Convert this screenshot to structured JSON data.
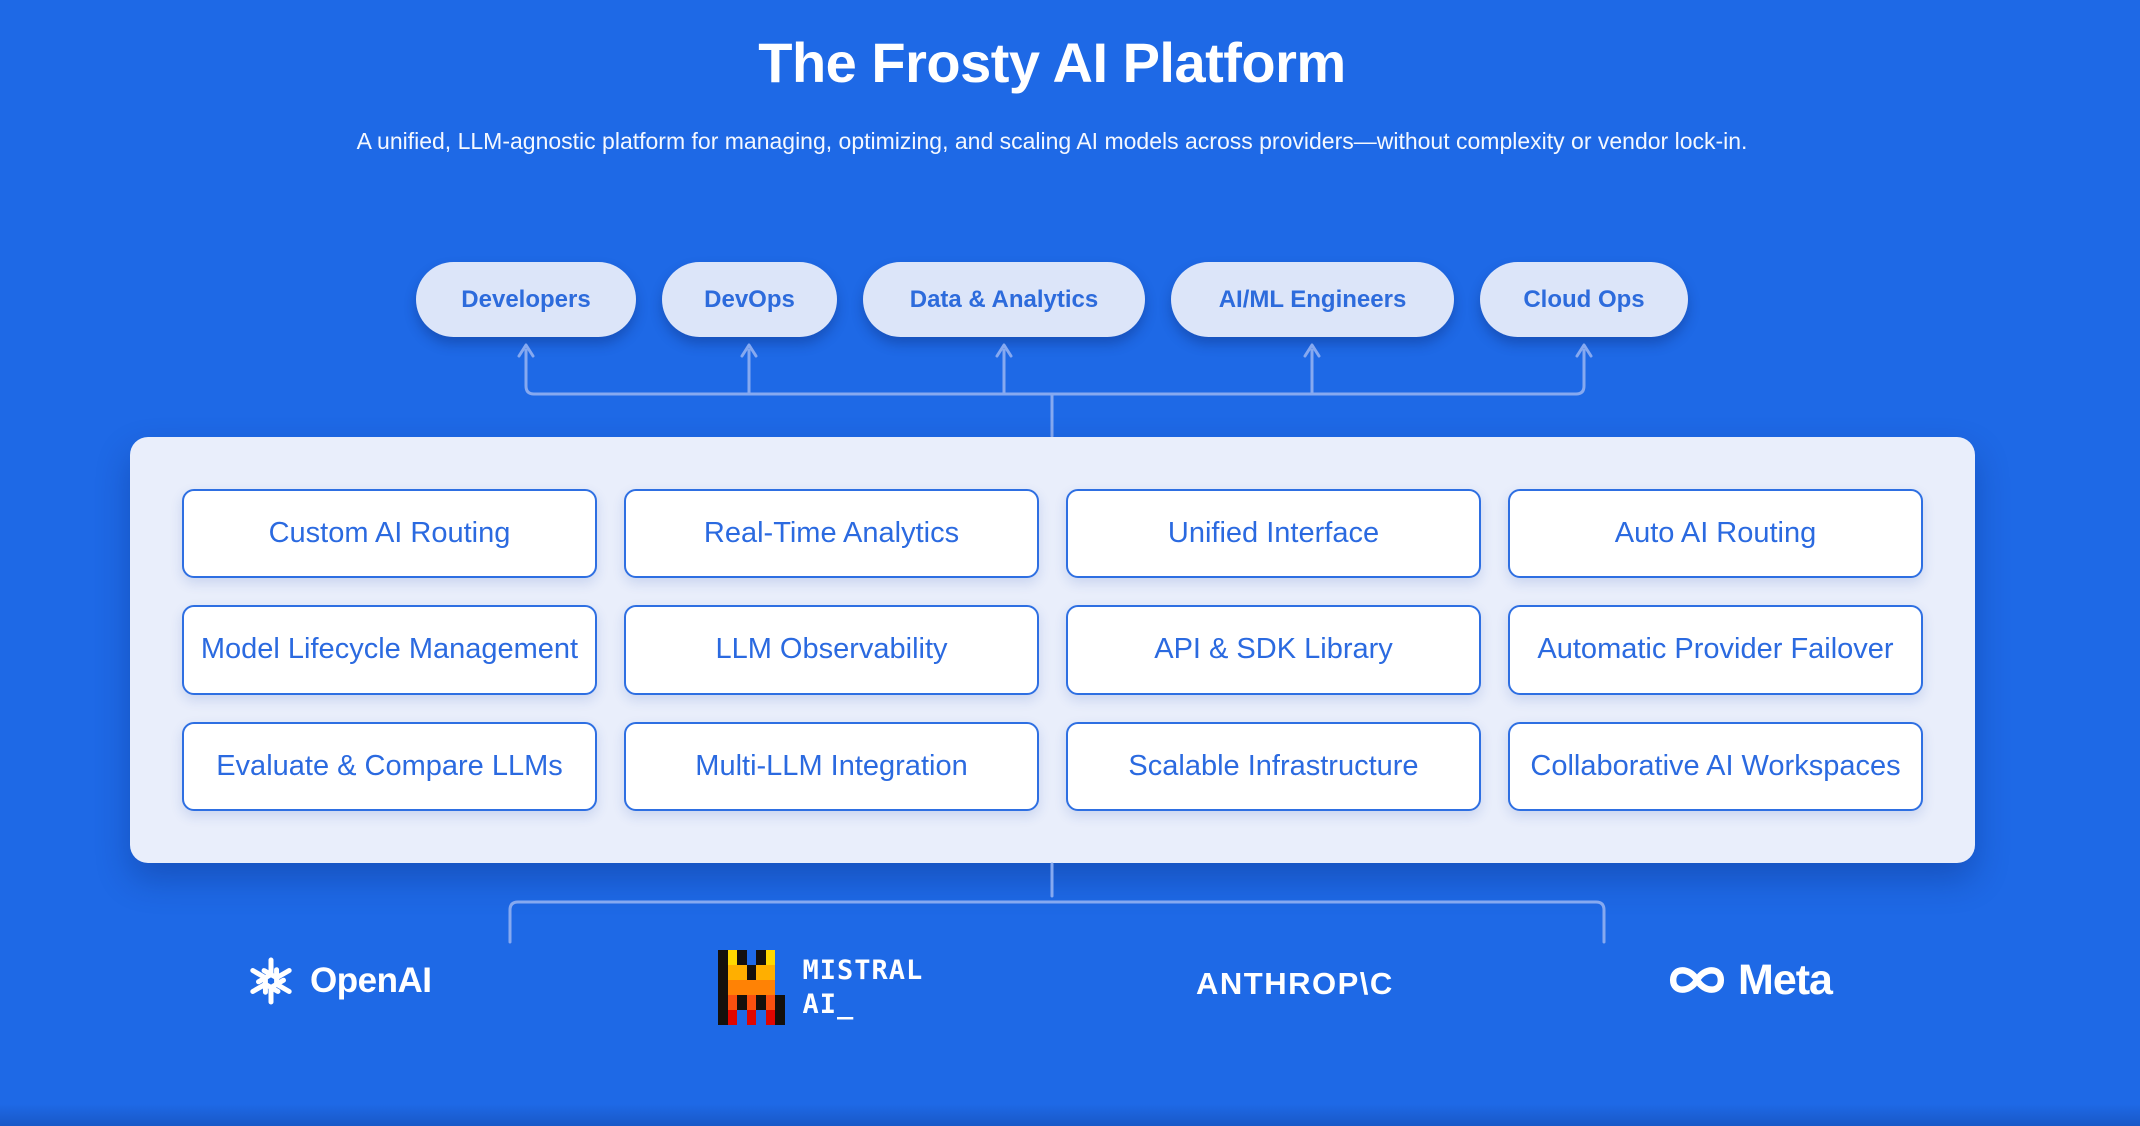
{
  "page": {
    "title": "The Frosty AI Platform",
    "subtitle": "A unified, LLM-agnostic platform for managing, optimizing, and scaling AI models across providers—without complexity or vendor lock-in."
  },
  "audiences": [
    {
      "label": "Developers"
    },
    {
      "label": "DevOps"
    },
    {
      "label": "Data & Analytics"
    },
    {
      "label": "AI/ML Engineers"
    },
    {
      "label": "Cloud Ops"
    }
  ],
  "features": [
    {
      "label": "Custom AI Routing"
    },
    {
      "label": "Real-Time Analytics"
    },
    {
      "label": "Unified Interface"
    },
    {
      "label": "Auto AI Routing"
    },
    {
      "label": "Model Lifecycle Management"
    },
    {
      "label": "LLM Observability"
    },
    {
      "label": "API & SDK Library"
    },
    {
      "label": "Automatic Provider Failover"
    },
    {
      "label": "Evaluate & Compare LLMs"
    },
    {
      "label": "Multi-LLM Integration"
    },
    {
      "label": "Scalable Infrastructure"
    },
    {
      "label": "Collaborative AI Workspaces"
    }
  ],
  "providers": [
    {
      "name": "OpenAI",
      "wordmark": "OpenAI"
    },
    {
      "name": "Mistral AI",
      "wordmark_line1": "MISTRAL",
      "wordmark_line2": "AI_"
    },
    {
      "name": "Anthropic",
      "wordmark": "ANTHROP\\C"
    },
    {
      "name": "Meta",
      "wordmark": "Meta"
    }
  ],
  "colors": {
    "background": "#1e69e6",
    "pill_bg": "#dce5f9",
    "pill_text": "#2d6bdc",
    "panel_bg": "#e9eefb",
    "box_border": "#2e6fe2",
    "box_text": "#2b6ae0",
    "connector": "#86a9f0",
    "mistral_palette": [
      "#ffd800",
      "#ffaf00",
      "#ff8205",
      "#fa500f",
      "#e10500"
    ]
  }
}
